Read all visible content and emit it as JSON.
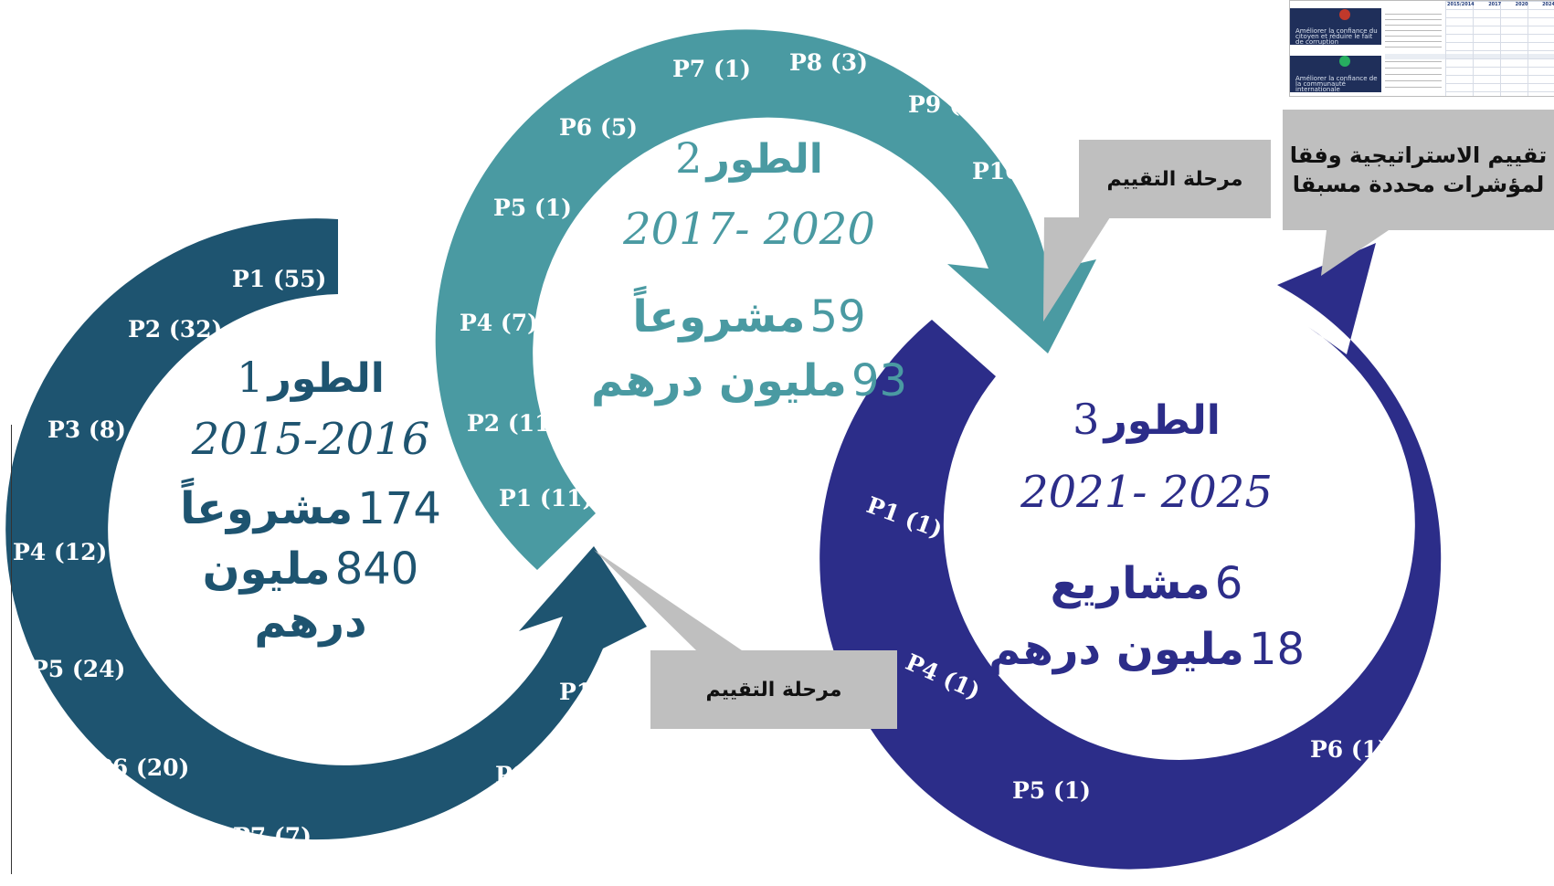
{
  "colors": {
    "phase1": "#1e5470",
    "phase2": "#4a9aa2",
    "phase3": "#2c2d89",
    "callout": "#bfbfbf"
  },
  "phases": [
    {
      "title": "الطور",
      "number": "1",
      "years": "2015-2016",
      "projects_count": "174",
      "projects_word": "مشروعاً",
      "budget_amount": "840",
      "budget_unit_line1": "مليون",
      "budget_unit_line2": "درهم",
      "programs": [
        "P1 (55)",
        "P2 (32)",
        "P3 (8)",
        "P4 (12)",
        "P5 (24)",
        "P6 (20)",
        "P7 (7)",
        "P8 (1)",
        "P9 (12)",
        "P10 (3)"
      ]
    },
    {
      "title": "الطور",
      "number": "2",
      "years": "2017- 2020",
      "projects_count": "59",
      "projects_word": "مشروعاً",
      "budget_amount": "93",
      "budget_unit": "مليون درهم",
      "programs": [
        "P7 (1)",
        "P8 (3)",
        "P9 (5)",
        "P10 (2)",
        "P6 (5)",
        "P5 (1)",
        "P4 (7)",
        "P2 (11)",
        "P1 (11)"
      ]
    },
    {
      "title": "الطور",
      "number": "3",
      "years": "2021- 2025",
      "projects_count": "6",
      "projects_word": "مشاريع",
      "budget_amount": "18",
      "budget_unit": "مليون درهم",
      "programs": [
        "P1 (1)",
        "P4 (1)",
        "P5 (1)",
        "P6 (1)"
      ]
    }
  ],
  "callouts": {
    "evaluation_top": "مرحلة التقييم",
    "evaluation_bottom": "مرحلة التقييم",
    "strategy_line1": "تقييم الاستراتيجية وفقا",
    "strategy_line2": "لمؤشرات محددة مسبقا"
  },
  "thumbnail": {
    "objective1": "Améliorer la confiance du citoyen et réduire le fait de corruption",
    "objective2": "Améliorer la confiance de la communauté internationale",
    "headers": [
      "2015/2014",
      "2017",
      "2020",
      "2024"
    ]
  }
}
